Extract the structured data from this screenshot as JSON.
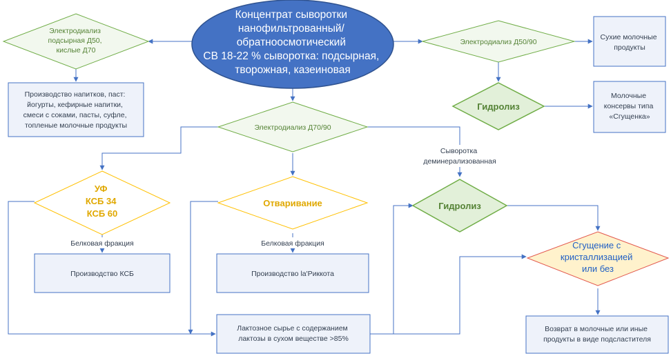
{
  "colors": {
    "accent_blue": "#4472c4",
    "box_fill": "#eef2fa",
    "diamond_green_stroke": "#70ad47",
    "diamond_green_fill_light": "#f2f8ee",
    "diamond_green_fill": "#e2f0d9",
    "diamond_yellow_stroke": "#ffc000",
    "diamond_red_stroke": "#e2574c",
    "diamond_red_fill": "#fff2cc",
    "text_dark": "#333f50",
    "text_green": "#548235",
    "text_yellow": "#e0a800",
    "text_blue": "#1f5fc4",
    "line": "#4472c4"
  },
  "nodes": {
    "source": {
      "lines": [
        "Концентрат сыворотки",
        "нанофильтрованный/",
        "обратноосмотический",
        "СВ 18-22 % сыворотка: подсырная,",
        "творожная, казеиновая"
      ]
    },
    "ed_left": {
      "lines": [
        "Электродиализ",
        "подсырная Д50,",
        "кислые Д70"
      ]
    },
    "ed_right": {
      "lines": [
        "Электродиализ Д50/90"
      ]
    },
    "ed_center": {
      "lines": [
        "Электродиализ Д70/90"
      ]
    },
    "drinks": {
      "lines": [
        "Производство напитков, паст:",
        "йогурты, кефирные напитки,",
        "смеси с соками, пасты, суфле,",
        "топленые молочные продукты"
      ]
    },
    "dry": {
      "lines": [
        "Сухие молочные",
        "продукты"
      ]
    },
    "hydro_top": {
      "lines": [
        "Гидролиз"
      ]
    },
    "condensed": {
      "lines": [
        "Молочные",
        "консервы типа",
        "«Сгущенка»"
      ]
    },
    "uf": {
      "lines": [
        "УФ",
        "КСБ 34",
        "КСБ 60"
      ]
    },
    "boil": {
      "lines": [
        "Отваривание"
      ]
    },
    "hydro_mid": {
      "lines": [
        "Гидролиз"
      ]
    },
    "ksb": {
      "lines": [
        "Производство КСБ"
      ]
    },
    "ricotta": {
      "lines": [
        "Производство la'Риккота"
      ]
    },
    "concentr": {
      "lines": [
        "Сгущение с",
        "кристаллизацией",
        "или без"
      ]
    },
    "lactose": {
      "lines": [
        "Лактозное сырье с содержанием",
        "лактозы в сухом веществе >85%"
      ]
    },
    "return": {
      "lines": [
        "Возврат в молочные или иные",
        "продукты в виде подсластителя"
      ]
    }
  },
  "labels": {
    "protein_left": "Белковая фракция",
    "protein_center": "Белковая фракция",
    "whey_demin": [
      "Сыворотка",
      "деминерализованная"
    ]
  }
}
